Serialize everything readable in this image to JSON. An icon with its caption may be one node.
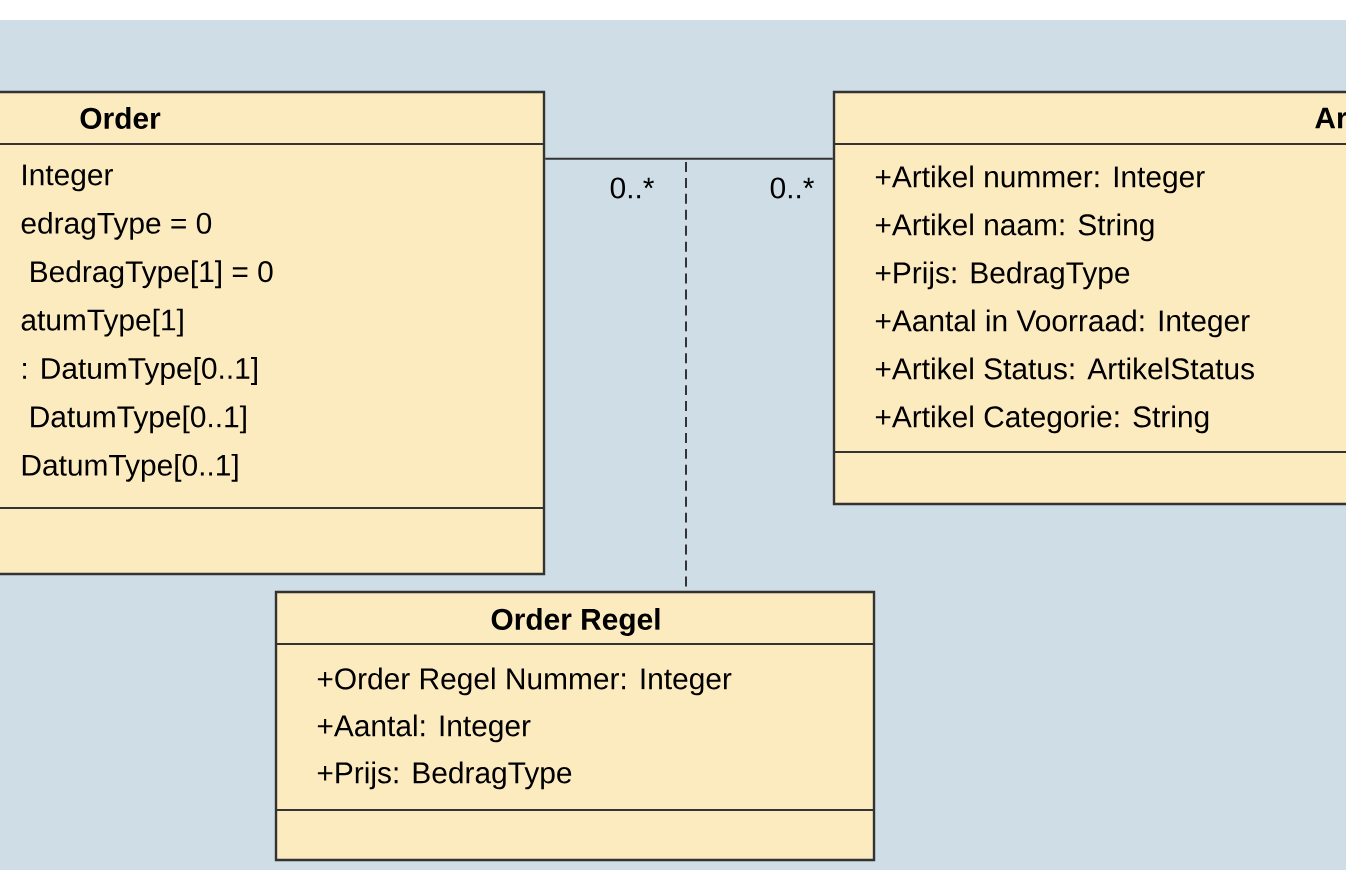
{
  "diagram": {
    "nodes": [
      {
        "text": [
          "Order",
          "Integer",
          "edragType = 0",
          " BedragType[1] = 0",
          "atumType[1]",
          ": DatumType[0..1]",
          " DatumType[0..1]",
          "DatumType[0..1]"
        ]
      },
      {
        "text": [
          "Ar",
          "+Artikel nummer: Integer",
          "+Artikel naam: String",
          "+Prijs: BedragType",
          "+Aantal in Voorraad: Integer",
          "+Artikel Status: ArtikelStatus",
          "+Artikel Categorie: String"
        ]
      },
      {
        "text": [
          "Order Regel",
          "+Order Regel Nummer: Integer",
          "+Aantal: Integer",
          "+Prijs: BedragType"
        ]
      }
    ],
    "edges": [
      {
        "from": 0,
        "to": 1,
        "arrow": "none"
      },
      {
        "from": null,
        "to": 2,
        "arrow": "none",
        "style": "dashed"
      }
    ],
    "labels": [
      "0..*",
      "0..*"
    ]
  }
}
